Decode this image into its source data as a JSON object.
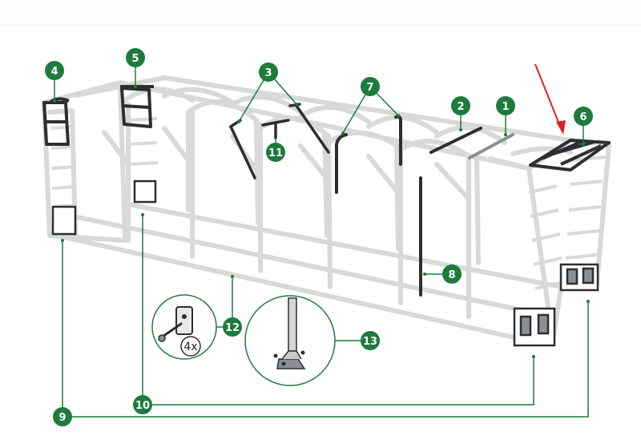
{
  "colors": {
    "frame": "#d7dad8",
    "frame_dark": "#b8bcba",
    "part": "#2c2f31",
    "part_light": "#8b8f92",
    "callout": "#1f7a3d",
    "badge": "#1f7a3d",
    "arrow": "#e02020"
  },
  "badges": [
    {
      "key": "b1",
      "label": "1"
    },
    {
      "key": "b2",
      "label": "2"
    },
    {
      "key": "b3",
      "label": "3"
    },
    {
      "key": "b4",
      "label": "4"
    },
    {
      "key": "b5",
      "label": "5"
    },
    {
      "key": "b6",
      "label": "6"
    },
    {
      "key": "b7",
      "label": "7"
    },
    {
      "key": "b8",
      "label": "8"
    },
    {
      "key": "b9",
      "label": "9"
    },
    {
      "key": "b10",
      "label": "10"
    },
    {
      "key": "b11",
      "label": "11"
    },
    {
      "key": "b12",
      "label": "12"
    },
    {
      "key": "b13",
      "label": "13"
    }
  ],
  "detail_12": {
    "quantity": "4x"
  }
}
